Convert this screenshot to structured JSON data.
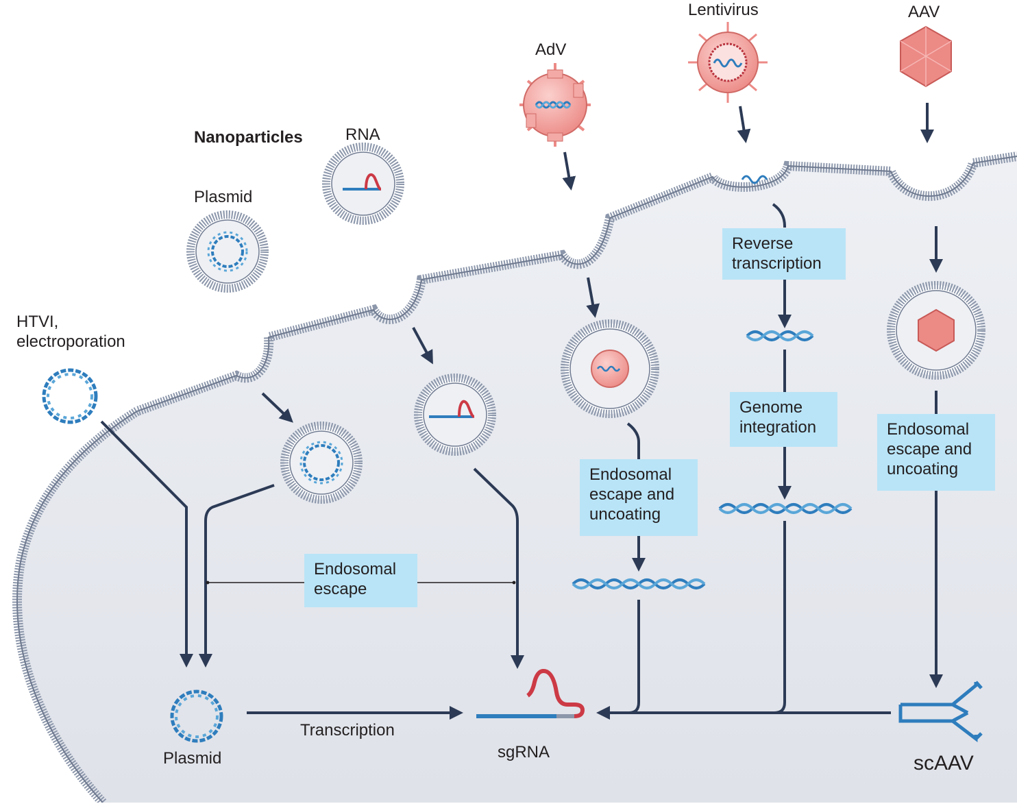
{
  "labels": {
    "nanoparticles": "Nanoparticles",
    "plasmid_np": "Plasmid",
    "rna": "RNA",
    "adv": "AdV",
    "lentivirus": "Lentivirus",
    "aav": "AAV",
    "htvi": "HTVI,\nelectroporation",
    "plasmid_bottom": "Plasmid",
    "transcription": "Transcription",
    "sgrna": "sgRNA",
    "scaav": "scAAV"
  },
  "boxes": {
    "reverse_transcription": "Reverse\ntranscription",
    "genome_integration": "Genome\nintegration",
    "endosomal_escape": "Endosomal\nescape",
    "adv_escape": "Endosomal\nescape and\nuncoating",
    "aav_escape": "Endosomal\nescape and\nuncoating"
  },
  "colors": {
    "cell": "#e6e8ee",
    "membrane": "#8c97ab",
    "arrow": "#2c3a55",
    "dna": "#2e7dbd",
    "virus": "#ec8a86",
    "rna_red": "#cc3a45",
    "label_box": "#b9e4f7"
  }
}
